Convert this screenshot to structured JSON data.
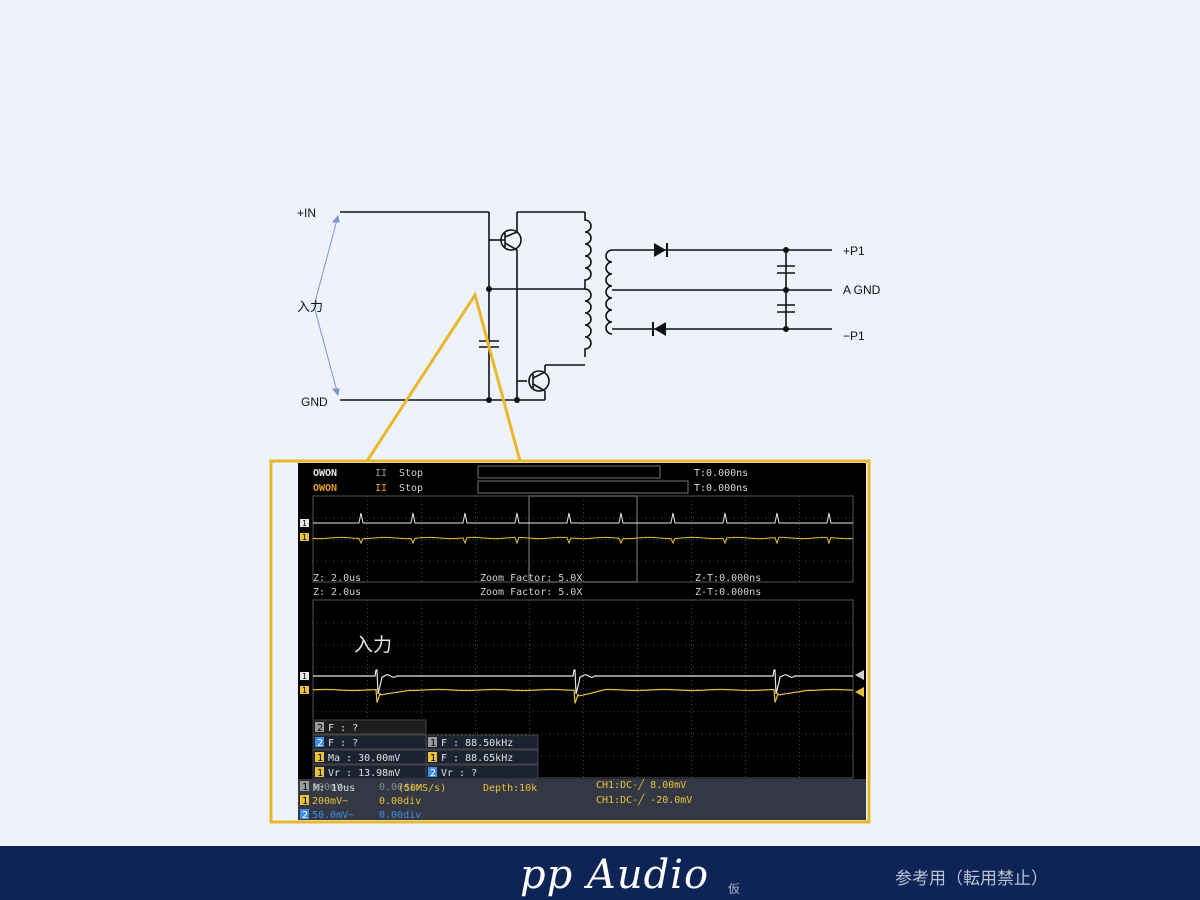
{
  "circuit": {
    "in_plus": "+IN",
    "in_label": "入力",
    "in_gnd": "GND",
    "out_plus": "+P1",
    "out_agnd": "A GND",
    "out_minus": "−P1"
  },
  "scope": {
    "brand_top": "OWON",
    "brand_bottom": "OWON",
    "run_symbol": "II",
    "state_top": "Stop",
    "state_bottom": "Stop",
    "trig_time_top": "T:0.000ns",
    "trig_time_bottom": "T:0.000ns",
    "zoom_left_1": "Z: 2.0us",
    "zoom_mid_1": "Zoom Factor: 5.0X",
    "zoom_right_1": "Z-T:0.000ns",
    "zoom_left_2": "Z: 2.0us",
    "zoom_mid_2": "Zoom Factor: 5.0X",
    "zoom_right_2": "Z-T:0.000ns",
    "overlay_label": "入力",
    "measurements": {
      "m1_id": "2",
      "m1_text": "F :    ?",
      "m2_id": "2",
      "m2_text": "F :    ?",
      "m3_id": "1",
      "m3_text": "F : 88.50kHz",
      "m4_id": "1",
      "m4_text": "Ma : 30.00mV",
      "m5_id": "1",
      "m5_text": "F : 88.65kHz",
      "m6_id": "1",
      "m6_text": "Vr : 13.98mV",
      "m7_id": "2",
      "m7_text": "Vr :    ?"
    },
    "bottom": {
      "row1_ch": "1",
      "row1_volt": "100mV~",
      "row1_div": "0.00div",
      "time_base": "M: 10us",
      "sample_rate": "(50MS/s)",
      "depth": "Depth:10k",
      "trig1": "CH1:DC-╱ 8.00mV",
      "row2_ch": "1",
      "row2_volt": "200mV~",
      "row2_div": "0.00div",
      "trig2": "CH1:DC-╱ -20.0mV",
      "row3_ch": "2",
      "row3_volt": "50.0mV~",
      "row3_div": "0.00div"
    }
  },
  "footer": {
    "brand": "pp Audio",
    "brand_sub": "仮",
    "notice": "参考用（転用禁止）"
  },
  "colors": {
    "ch1_trace": "#e8c23a",
    "ch2_trace": "#e6e6e6",
    "callout": "#e8b82a",
    "footer_bg": "#0e2456"
  }
}
